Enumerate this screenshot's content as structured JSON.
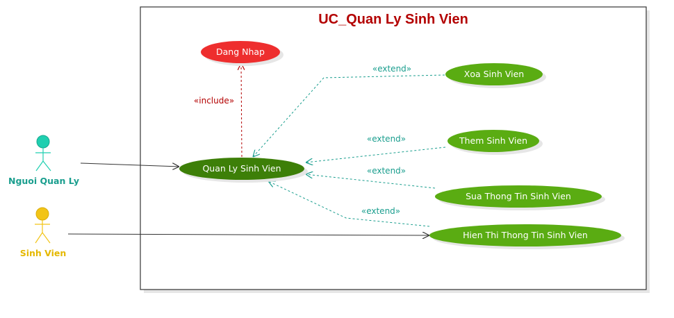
{
  "title": "UC_Quan Ly Sinh Vien",
  "colors": {
    "title": "#b30000",
    "frame": "#333333",
    "uc_green": "#5aac12",
    "uc_main": "#3d7f08",
    "uc_red": "#ee2e2e",
    "extend": "#1a9e8e",
    "include": "#b30000",
    "actor_manager": "#1fcfb0",
    "actor_manager_label": "#1a9e8e",
    "actor_student": "#f2c417",
    "actor_student_label": "#e5b800"
  },
  "actors": {
    "manager": "Nguoi Quan Ly",
    "student": "Sinh Vien"
  },
  "use_cases": {
    "login": "Dang Nhap",
    "main": "Quan Ly Sinh Vien",
    "delete": "Xoa Sinh Vien",
    "add": "Them Sinh Vien",
    "edit": "Sua Thong Tin Sinh Vien",
    "show": "Hien Thi Thong Tin Sinh Vien"
  },
  "relations": {
    "include": "«include»",
    "extend_delete": "«extend»",
    "extend_add": "«extend»",
    "extend_edit": "«extend»",
    "extend_show": "«extend»"
  }
}
